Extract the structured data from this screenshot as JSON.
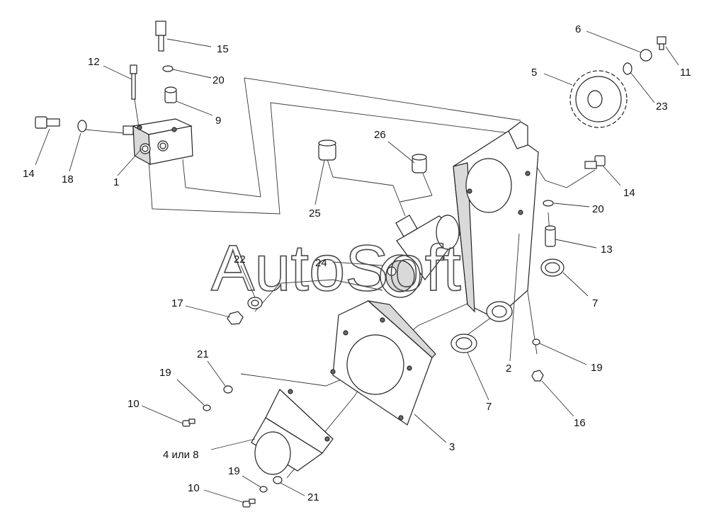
{
  "watermark": "AutoSoft",
  "labels": {
    "l1": "1",
    "l2": "2",
    "l3": "3",
    "l4": "4 или 8",
    "l5": "5",
    "l6": "6",
    "l7a": "7",
    "l7b": "7",
    "l9": "9",
    "l10a": "10",
    "l10b": "10",
    "l11": "11",
    "l12": "12",
    "l13": "13",
    "l14a": "14",
    "l14b": "14",
    "l15": "15",
    "l16": "16",
    "l17": "17",
    "l18": "18",
    "l19a": "19",
    "l19b": "19",
    "l19c": "19",
    "l20a": "20",
    "l20b": "20",
    "l21a": "21",
    "l21b": "21",
    "l22": "22",
    "l23": "23",
    "l24": "24",
    "l25": "25",
    "l26": "26"
  }
}
